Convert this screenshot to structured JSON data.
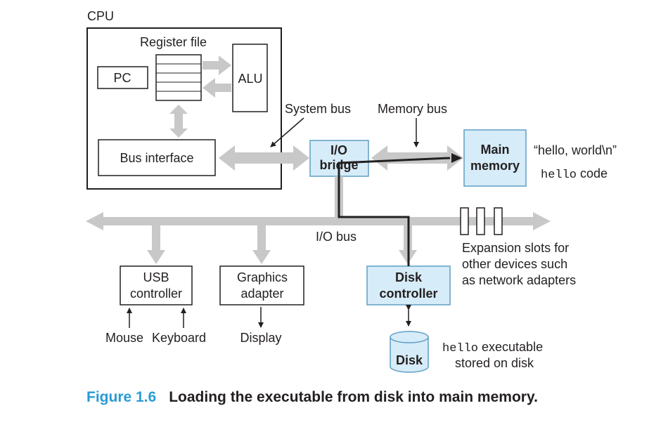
{
  "cpu": {
    "title": "CPU",
    "register_file": "Register file",
    "pc": "PC",
    "alu": "ALU",
    "bus_interface": "Bus interface"
  },
  "buses": {
    "system_bus": "System bus",
    "memory_bus": "Memory bus",
    "io_bus": "I/O bus"
  },
  "io_bridge": {
    "line1": "I/O",
    "line2": "bridge"
  },
  "main_memory": {
    "line1": "Main",
    "line2": "memory",
    "content_string": "“hello, world\\n”",
    "code_mono": "hello",
    "code_text": " code"
  },
  "usb": {
    "line1": "USB",
    "line2": "controller",
    "mouse": "Mouse",
    "keyboard": "Keyboard"
  },
  "graphics": {
    "line1": "Graphics",
    "line2": "adapter",
    "display": "Display"
  },
  "disk_controller": {
    "line1": "Disk",
    "line2": "controller"
  },
  "disk": {
    "label": "Disk",
    "note_mono": "hello",
    "note_line1_rest": " executable",
    "note_line2": "stored on disk"
  },
  "expansion": {
    "line1": "Expansion slots for",
    "line2": "other devices such",
    "line3": "as network adapters"
  },
  "caption": {
    "number": "Figure 1.6",
    "text": "Loading the executable from disk into main memory."
  },
  "colors": {
    "bus_gray": "#c8c8c9",
    "highlight_box": "#d6ecf8",
    "highlight_border": "#5f9fc4",
    "caption_blue": "#2a9bd6"
  }
}
